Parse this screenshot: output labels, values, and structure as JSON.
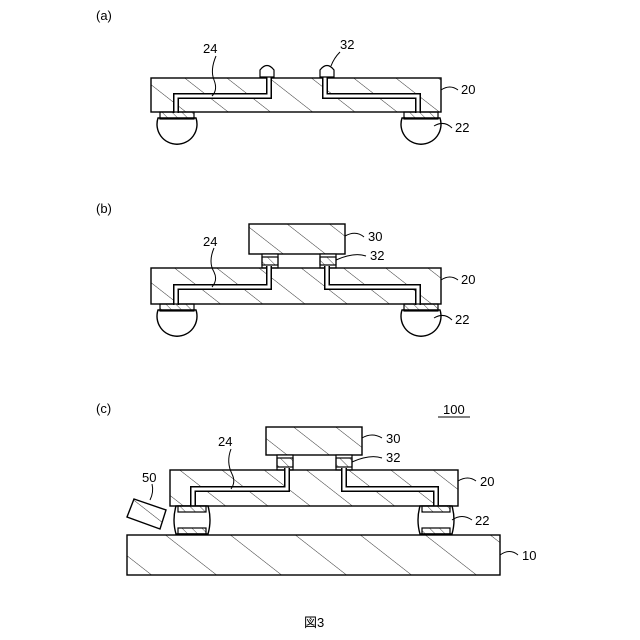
{
  "panels": [
    {
      "label": "(a)",
      "refs": {
        "wiring": "24",
        "bump": "32",
        "substrate": "20",
        "ball": "22"
      }
    },
    {
      "label": "(b)",
      "refs": {
        "chip": "30",
        "wiring": "24",
        "bump": "32",
        "substrate": "20",
        "ball": "22"
      }
    },
    {
      "label": "(c)",
      "refs": {
        "assembly": "100",
        "chip": "30",
        "wiring": "24",
        "bump": "32",
        "substrate": "20",
        "ball": "22",
        "tool": "50",
        "board": "10"
      }
    }
  ],
  "caption": "図3"
}
